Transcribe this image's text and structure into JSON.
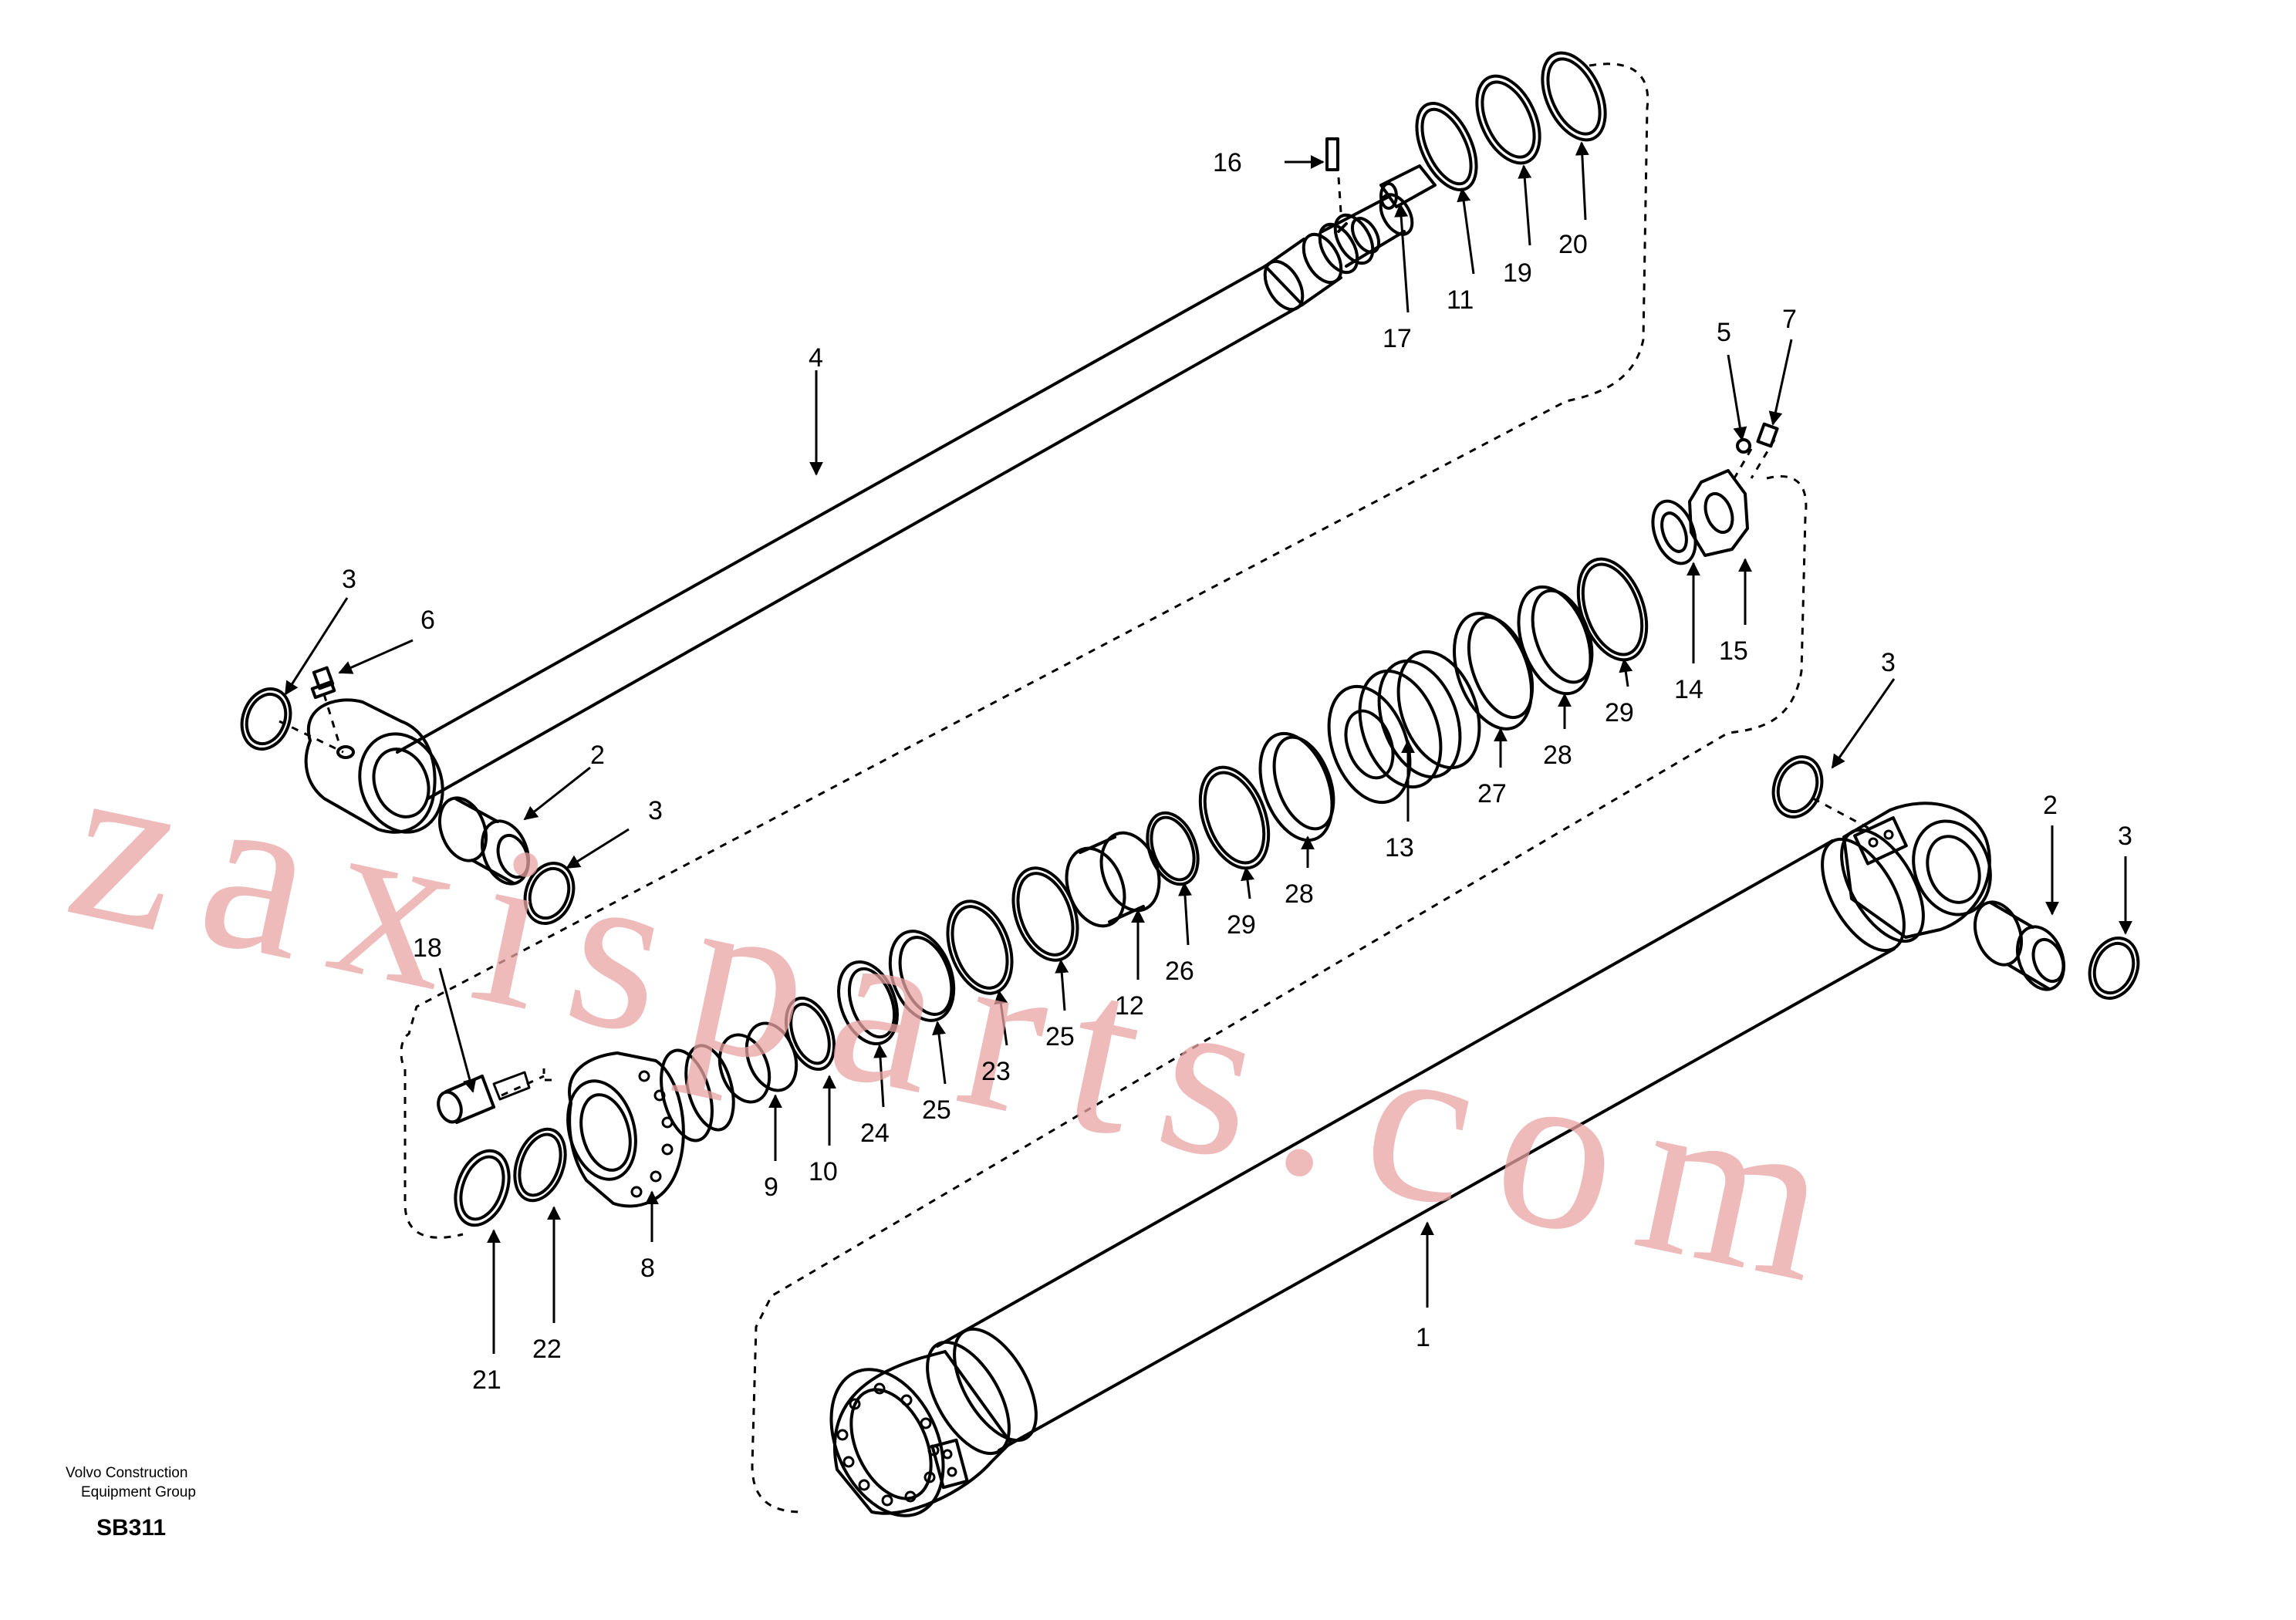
{
  "watermark": "zaxisparts.com",
  "footer": {
    "brand_line1": "Volvo Construction",
    "brand_line2": "Equipment Group",
    "code": "SB311"
  },
  "callouts": [
    {
      "id": "c1",
      "text": "1"
    },
    {
      "id": "c2a",
      "text": "2"
    },
    {
      "id": "c2b",
      "text": "2"
    },
    {
      "id": "c3a",
      "text": "3"
    },
    {
      "id": "c3b",
      "text": "3"
    },
    {
      "id": "c3c",
      "text": "3"
    },
    {
      "id": "c3d",
      "text": "3"
    },
    {
      "id": "c4",
      "text": "4"
    },
    {
      "id": "c5",
      "text": "5"
    },
    {
      "id": "c6",
      "text": "6"
    },
    {
      "id": "c7",
      "text": "7"
    },
    {
      "id": "c8",
      "text": "8"
    },
    {
      "id": "c9",
      "text": "9"
    },
    {
      "id": "c10",
      "text": "10"
    },
    {
      "id": "c11",
      "text": "11"
    },
    {
      "id": "c12",
      "text": "12"
    },
    {
      "id": "c13",
      "text": "13"
    },
    {
      "id": "c14",
      "text": "14"
    },
    {
      "id": "c15",
      "text": "15"
    },
    {
      "id": "c16",
      "text": "16"
    },
    {
      "id": "c17",
      "text": "17"
    },
    {
      "id": "c18",
      "text": "18"
    },
    {
      "id": "c19",
      "text": "19"
    },
    {
      "id": "c20",
      "text": "20"
    },
    {
      "id": "c21",
      "text": "21"
    },
    {
      "id": "c22",
      "text": "22"
    },
    {
      "id": "c23",
      "text": "23"
    },
    {
      "id": "c24",
      "text": "24"
    },
    {
      "id": "c25a",
      "text": "25"
    },
    {
      "id": "c25b",
      "text": "25"
    },
    {
      "id": "c26",
      "text": "26"
    },
    {
      "id": "c27",
      "text": "27"
    },
    {
      "id": "c28a",
      "text": "28"
    },
    {
      "id": "c28b",
      "text": "28"
    },
    {
      "id": "c29a",
      "text": "29"
    },
    {
      "id": "c29b",
      "text": "29"
    }
  ]
}
